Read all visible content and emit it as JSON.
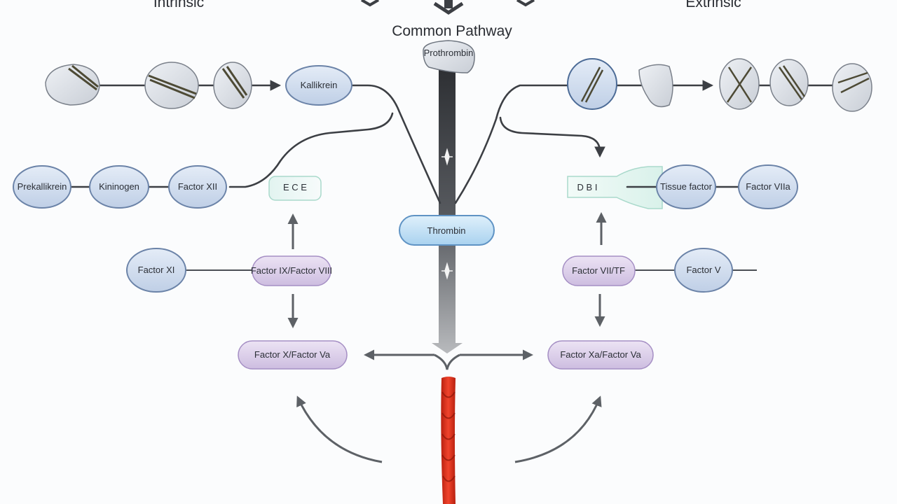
{
  "titles": {
    "left": "Intrinsic",
    "right": "Extrinsic",
    "center": "Common Pathway"
  },
  "center_nodes": {
    "top": "Prothrombin",
    "middle": "Thrombin"
  },
  "left_nodes": {
    "top_mid": "Kallikrein",
    "row2_a": "Prekallikrein",
    "row2_b": "Kininogen",
    "row2_c": "Factor XII",
    "box": "E C E",
    "side": "Factor XI",
    "pill_upper": "Factor IX/Factor VIII",
    "pill_lower": "Factor X/Factor Va"
  },
  "right_nodes": {
    "box": "D B I",
    "row2_a": "Tissue factor",
    "row2_b": "Factor VIIa",
    "side": "Factor V",
    "pill_upper": "Factor VII/TF",
    "pill_lower": "Factor Xa/Factor Va"
  },
  "colors": {
    "node_blue": "#cfdcee",
    "node_purple": "#dcd0ea",
    "center_blue": "#bfe0f6",
    "fibrin_red": "#e03624",
    "trunk": "#45484d"
  }
}
